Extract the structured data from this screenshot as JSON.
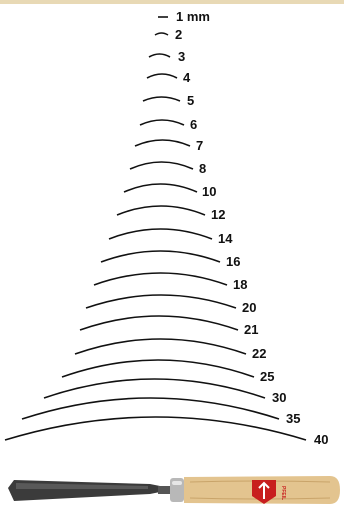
{
  "sweep_chart": {
    "unit": "mm",
    "sizes": [
      {
        "label": "1 mm"
      },
      {
        "label": "2"
      },
      {
        "label": "3"
      },
      {
        "label": "4"
      },
      {
        "label": "5"
      },
      {
        "label": "6"
      },
      {
        "label": "7"
      },
      {
        "label": "8"
      },
      {
        "label": "10"
      },
      {
        "label": "12"
      },
      {
        "label": "14"
      },
      {
        "label": "16"
      },
      {
        "label": "18"
      },
      {
        "label": "20"
      },
      {
        "label": "21"
      },
      {
        "label": "22"
      },
      {
        "label": "25"
      },
      {
        "label": "30"
      },
      {
        "label": "35"
      },
      {
        "label": "40"
      }
    ]
  },
  "tool_image": {
    "handle_color": "#e3c48f",
    "blade_color": "#3b3b3b",
    "ferrule_color": "#b8b8b8",
    "logo_color": "#c81e1e",
    "logo_text": "PFEIL"
  }
}
